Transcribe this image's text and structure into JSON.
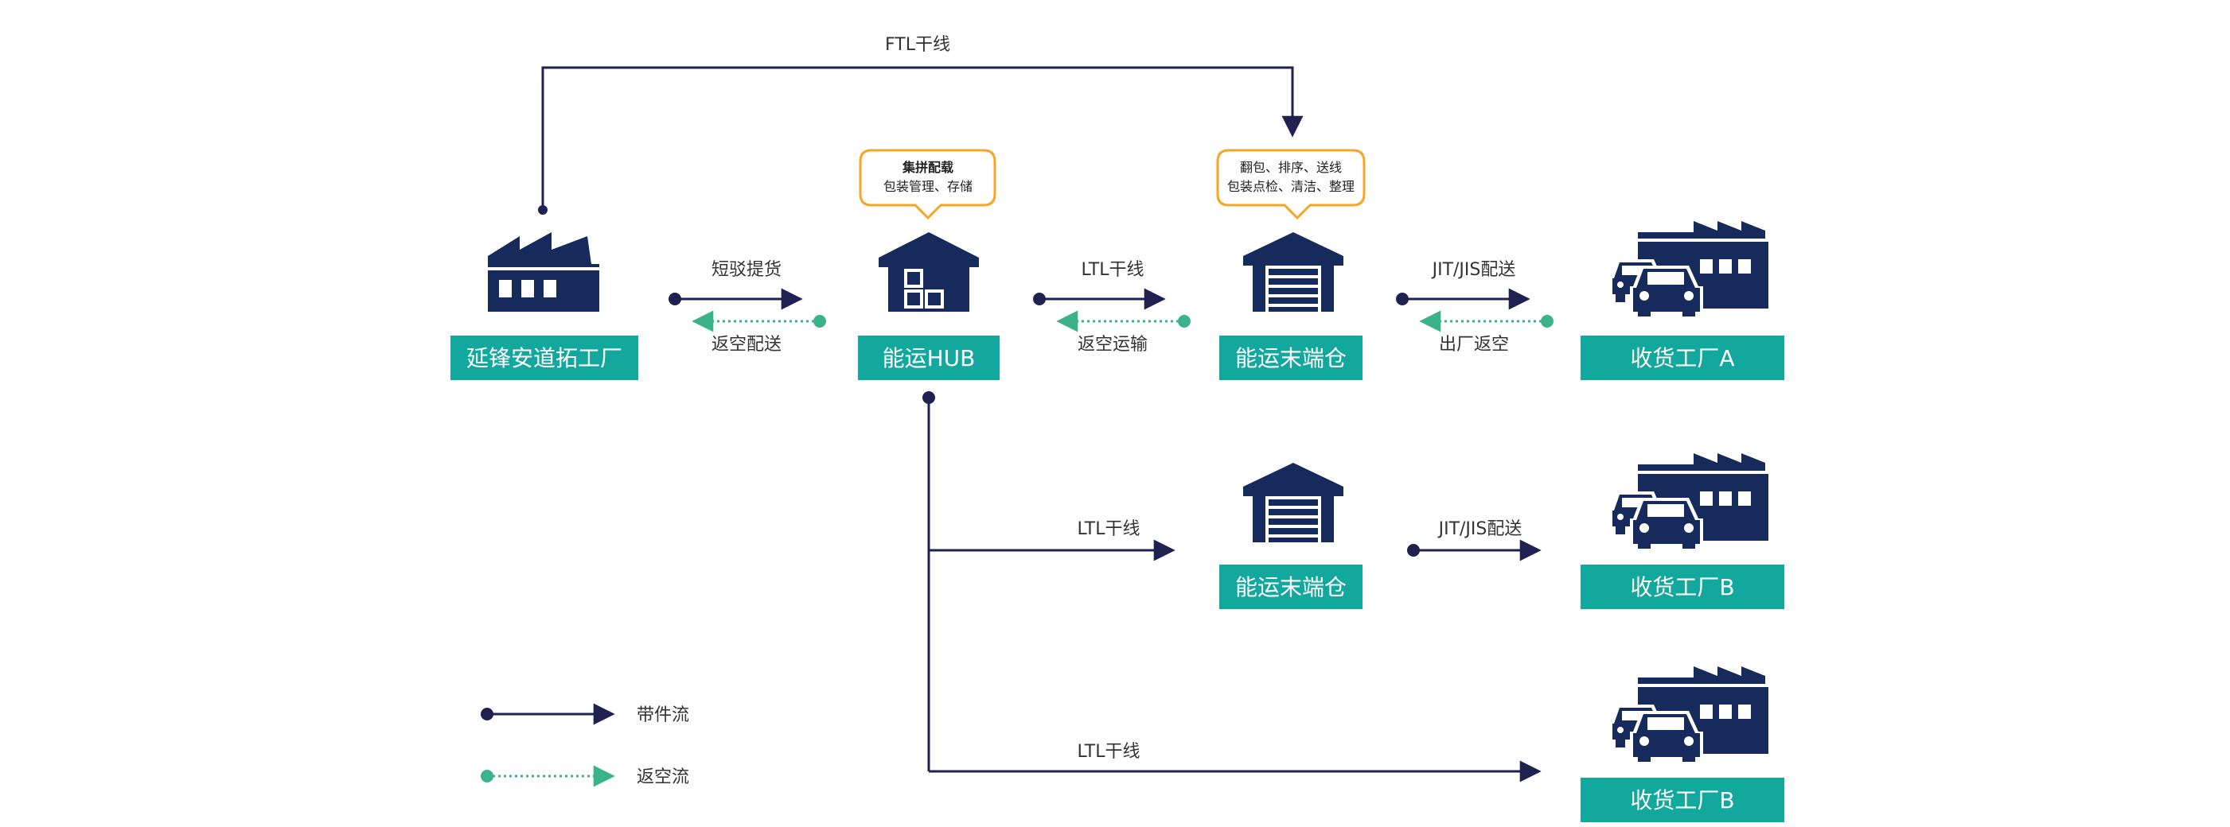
{
  "colors": {
    "navy": "#162a5c",
    "dark": "#1f2250",
    "teal": "#13a89e",
    "green_dot": "#3bb38a",
    "orange": "#f5a623",
    "text": "#333333"
  },
  "labels": {
    "ftl": "FTL干线",
    "short_pickup": "短驳提货",
    "empty_return_delivery": "返空配送",
    "ltl": "LTL干线",
    "empty_return_transport": "返空运输",
    "jit_jis": "JIT/JIS配送",
    "factory_exit_return": "出厂返空"
  },
  "nodes": {
    "supplier": "延锋安道拓工厂",
    "hub": "能运HUB",
    "terminal_1": "能运末端仓",
    "terminal_2": "能运末端仓",
    "factory_a": "收货工厂A",
    "factory_b1": "收货工厂B",
    "factory_b2": "收货工厂B"
  },
  "callouts": {
    "hub_line1": "集拼配载",
    "hub_line2": "包装管理、存储",
    "terminal_line1": "翻包、排序、送线",
    "terminal_line2": "包装点检、清洁、整理"
  },
  "legend": {
    "loaded": "带件流",
    "empty": "返空流"
  },
  "icons": {
    "supplier": "factory-icon",
    "hub": "warehouse-icon",
    "terminal": "garage-warehouse-icon",
    "receiving": "factory-with-cars-icon"
  }
}
